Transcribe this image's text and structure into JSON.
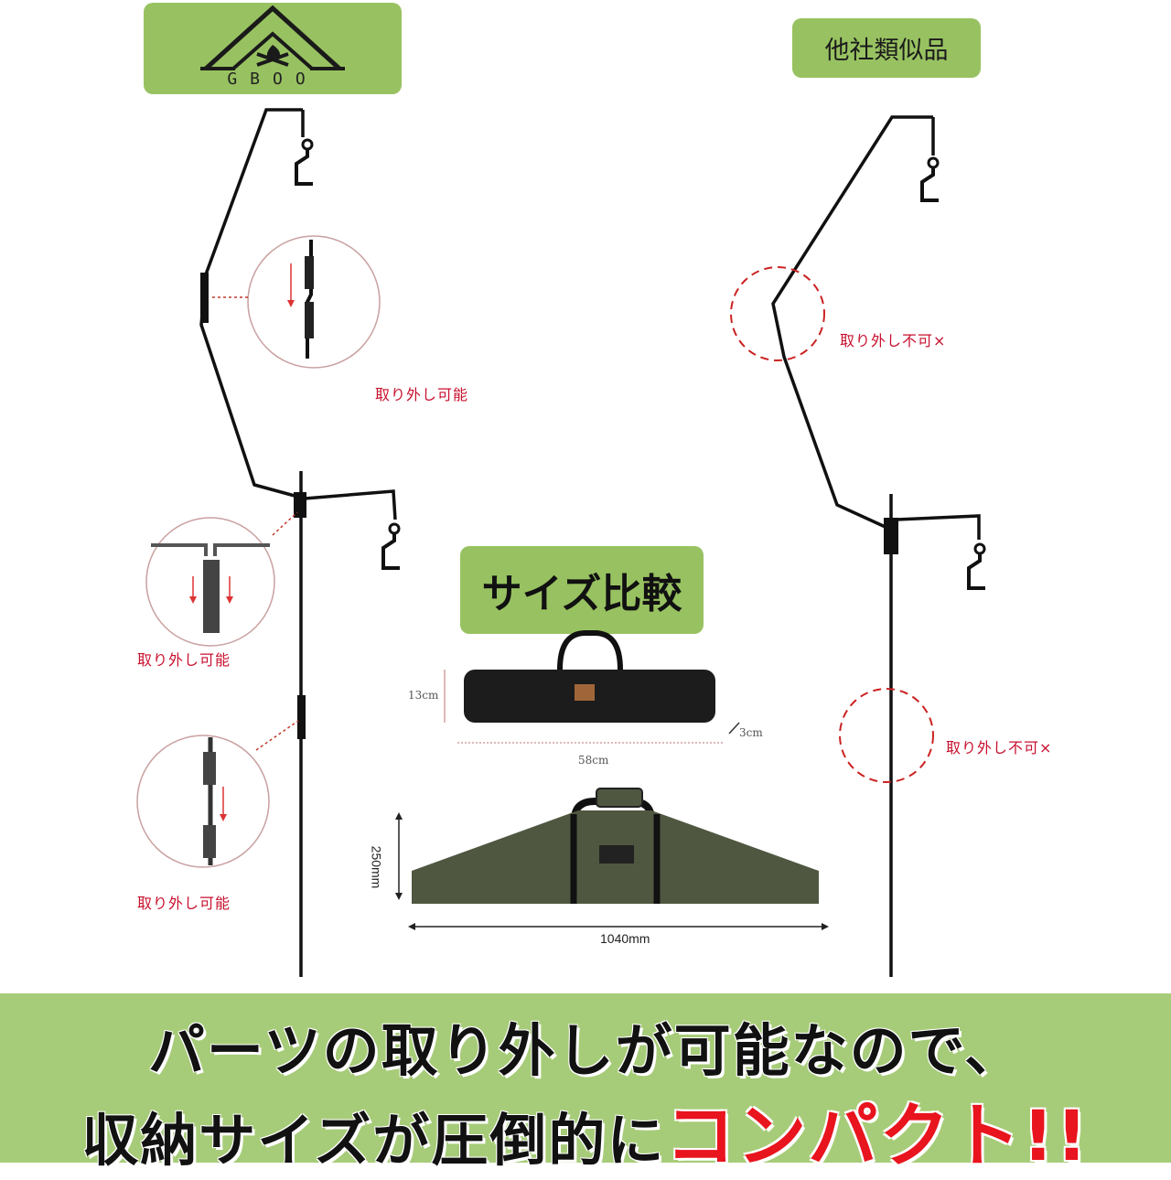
{
  "logo": {
    "brand": "GBOO"
  },
  "compare_label": "他社類似品",
  "size_title": "サイズ比較",
  "notes": {
    "left_top": "取り外し可能",
    "left_mid": "取り外し可能",
    "left_bottom": "取り外し可能",
    "right_top": "取り外し不可×",
    "right_bottom": "取り外し不可×"
  },
  "dimensions": {
    "black_bag_height": "13cm",
    "black_bag_depth": "3cm",
    "black_bag_width": "58cm",
    "green_bag_height": "250mm",
    "green_bag_width": "1040mm"
  },
  "banner": {
    "line1": "パーツの取り外しが可能なので、",
    "line2_prefix": "収納サイズが圧倒的に",
    "line2_highlight": "コンパクト!!"
  },
  "colors": {
    "green_box": "#98c261",
    "banner_green": "#a7cc79",
    "accent_red": "#e8141e",
    "note_red": "#c8102e",
    "bag_black": "#1c1c1c",
    "bag_olive": "#4f5740"
  }
}
